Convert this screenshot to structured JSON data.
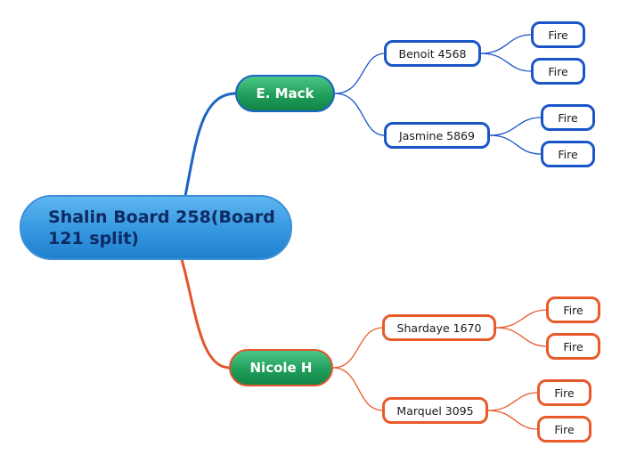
{
  "colors": {
    "blue_branch": "#1a55c8",
    "orange_branch": "#e95a2a",
    "root_fill": "#3597df",
    "main_fill": "#1e9b57"
  },
  "root": {
    "label": "Shalin Board 258(Board 121 split)"
  },
  "branches": [
    {
      "label": "E. Mack",
      "children": [
        {
          "label": "Benoit 4568",
          "children": [
            {
              "label": "Fire"
            },
            {
              "label": "Fire"
            }
          ]
        },
        {
          "label": "Jasmine 5869",
          "children": [
            {
              "label": "Fire"
            },
            {
              "label": "Fire"
            }
          ]
        }
      ]
    },
    {
      "label": "Nicole H",
      "children": [
        {
          "label": "Shardaye 1670",
          "children": [
            {
              "label": "Fire"
            },
            {
              "label": "Fire"
            }
          ]
        },
        {
          "label": "Marquel 3095",
          "children": [
            {
              "label": "Fire"
            },
            {
              "label": "Fire"
            }
          ]
        }
      ]
    }
  ]
}
